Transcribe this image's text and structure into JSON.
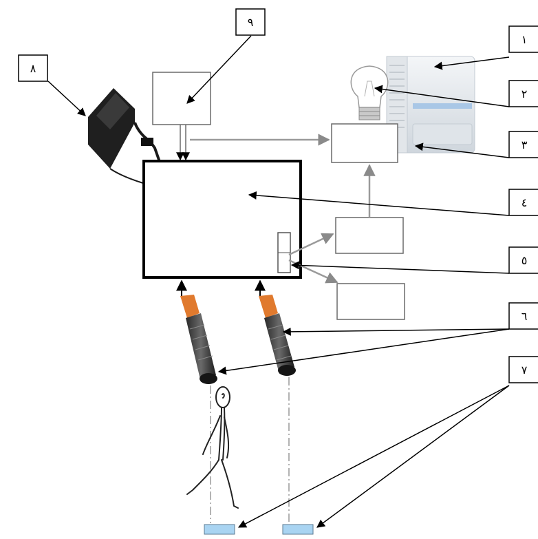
{
  "callouts": {
    "c1": "١",
    "c2": "٢",
    "c3": "٣",
    "c4": "٤",
    "c5": "٥",
    "c6": "٦",
    "c7": "٧",
    "c8": "٨",
    "c9": "٩"
  },
  "colors": {
    "stroke": "#000000",
    "connector_gray": "#999999",
    "sensor_orange": "#e07a2e",
    "sensor_body": "#3a3a3a",
    "reflector_blue": "#a9d4f2",
    "ac_unit": "#e9edf1"
  },
  "icons": [
    "power-adapter-icon",
    "air-conditioner-icon",
    "light-bulb-icon",
    "proximity-sensor-icon",
    "walking-person-icon",
    "reflector-icon"
  ]
}
